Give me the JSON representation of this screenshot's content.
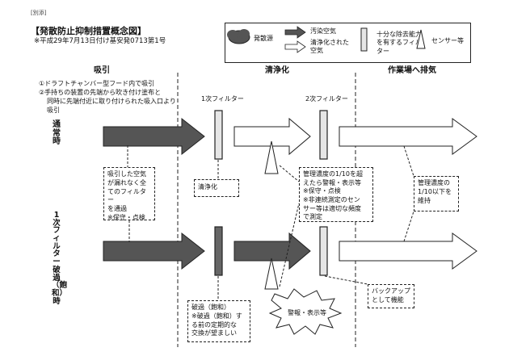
{
  "header": {
    "tag": "[別添]",
    "title": "【発散防止抑制措置概念図】",
    "subtitle": "※平成29年7月13日付け基安発0713第1号"
  },
  "legend": {
    "source": "発散源",
    "polluted_air": "汚染空気",
    "clean_air": "清浄化された空気",
    "filter": "十分な除去能力を有するフィルター",
    "sensor": "センサー等"
  },
  "sections": {
    "intake": "吸引",
    "clean": "清浄化",
    "exhaust": "作業場へ排気"
  },
  "intake_notes": {
    "line1": "①ドラフトチャンバー型フード内で吸引",
    "line2": "②手持ちの装置の先端から吹き付け塗布と",
    "line3": "同時に先端付近に取り付けられた吸入口より",
    "line4": "吸引"
  },
  "filters": {
    "first": "1次フィルター",
    "second": "2次フィルター"
  },
  "rows": {
    "normal": "通常時",
    "breakthrough": "1次フィルター破過（飽和）時"
  },
  "notes": {
    "all_filters": [
      "吸引した空気",
      "が漏れなく全",
      "てのフィルター",
      "を通過",
      "※保守・点検"
    ],
    "cleaning": "清浄化",
    "alarm": [
      "管理濃度の1/10を超",
      "えたら警報・表示等",
      "※保守・点検",
      "※非連続測定のセン",
      "サー等は適切な頻度",
      "で測定"
    ],
    "maintain": [
      "管理濃度の",
      "1/10以下を",
      "維持"
    ],
    "breakthrough": [
      "破過（飽和）",
      "※破過（飽和）す",
      "る前の定期的な",
      "交換が望ましい"
    ],
    "alarm_burst": "警報・表示等",
    "backup": [
      "バックアップ",
      "として機能"
    ]
  }
}
